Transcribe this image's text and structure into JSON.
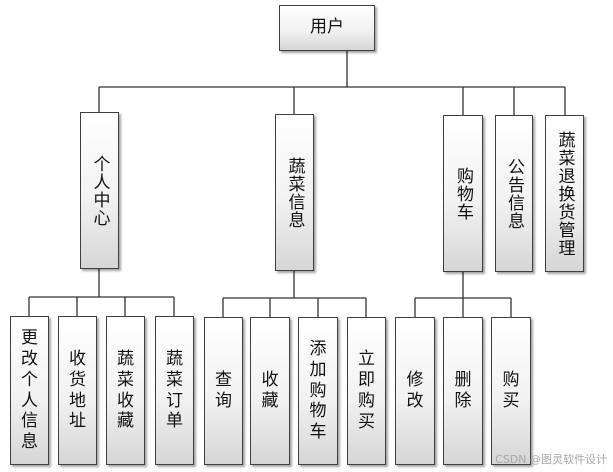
{
  "diagram": {
    "root": {
      "label": "用户"
    },
    "level1": [
      {
        "id": "personal_center",
        "label": "个人中心"
      },
      {
        "id": "vegetable_info",
        "label": "蔬菜信息"
      },
      {
        "id": "shopping_cart",
        "label": "购物车"
      },
      {
        "id": "announcement_info",
        "label": "公告信息"
      },
      {
        "id": "vegetable_return_management",
        "label": "蔬菜退换货管理"
      }
    ],
    "level2": {
      "personal_center": [
        {
          "label": "更改个人信息"
        },
        {
          "label": "收货地址"
        },
        {
          "label": "蔬菜收藏"
        },
        {
          "label": "蔬菜订单"
        }
      ],
      "vegetable_info": [
        {
          "label": "查询"
        },
        {
          "label": "收藏"
        },
        {
          "label": "添加购物车"
        },
        {
          "label": "立即购买"
        }
      ],
      "shopping_cart": [
        {
          "label": "修改"
        },
        {
          "label": "删除"
        },
        {
          "label": "购买"
        }
      ]
    }
  },
  "watermark": "CSDN @图灵软件设计"
}
